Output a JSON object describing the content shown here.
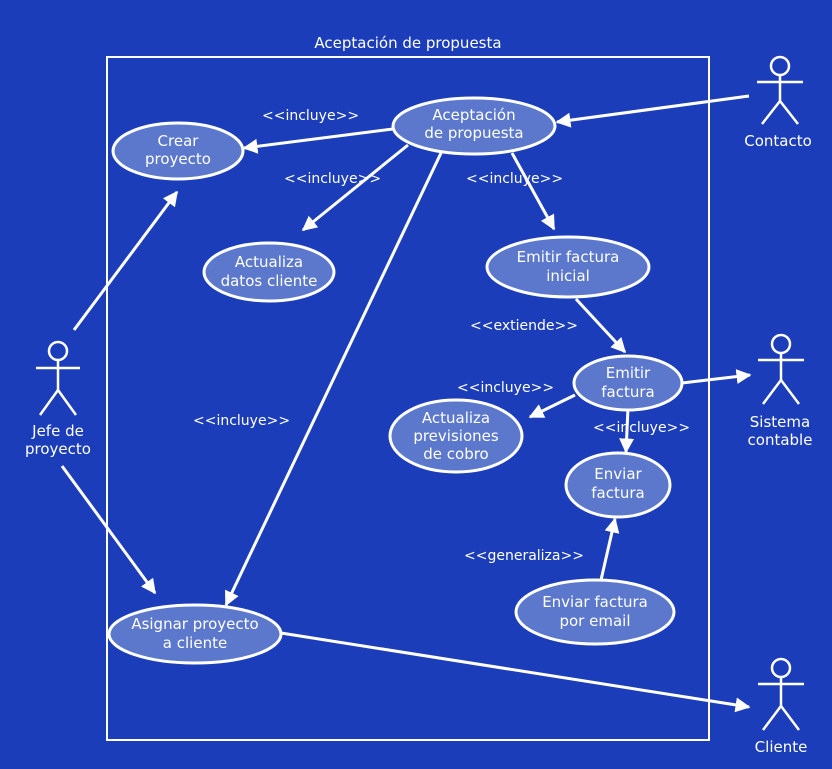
{
  "colors": {
    "background": "#1b3dba",
    "use_case_fill": "#5b78cc",
    "stroke": "#ffffff",
    "text": "#ffffff"
  },
  "system": {
    "title": "Aceptación de propuesta"
  },
  "use_cases": {
    "aceptacion": [
      "Aceptación",
      "de propuesta"
    ],
    "crear": [
      "Crear",
      "proyecto"
    ],
    "actualiza_datos": [
      "Actualiza",
      "datos cliente"
    ],
    "emitir_inicial": [
      "Emitir factura",
      "inicial"
    ],
    "emitir": [
      "Emitir",
      "factura"
    ],
    "actualiza_prev": [
      "Actualiza",
      "previsiones",
      "de cobro"
    ],
    "enviar": [
      "Enviar",
      "factura"
    ],
    "enviar_email": [
      "Enviar factura",
      "por email"
    ],
    "asignar": [
      "Asignar proyecto",
      "a cliente"
    ]
  },
  "actors": {
    "contacto": [
      "Contacto"
    ],
    "jefe": [
      "Jefe de",
      "proyecto"
    ],
    "sistema": [
      "Sistema",
      "contable"
    ],
    "cliente": [
      "Cliente"
    ]
  },
  "relations": {
    "incluye_crear": "<<incluye>>",
    "incluye_datos": "<<incluye>>",
    "incluye_inicial": "<<incluye>>",
    "extiende": "<<extiende>>",
    "incluye_prev": "<<incluye>>",
    "incluye_enviar": "<<incluye>>",
    "incluye_asignar": "<<incluye>>",
    "generaliza": "<<generaliza>>"
  }
}
